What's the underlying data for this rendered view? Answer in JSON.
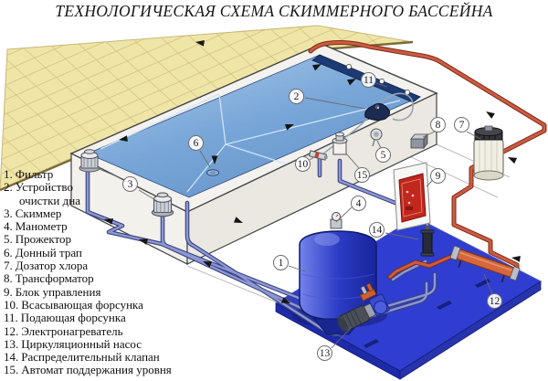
{
  "title": "ТЕХНОЛОГИЧЕСКАЯ СХЕМА СКИММЕРНОГО БАССЕЙНА",
  "legend": {
    "items": [
      {
        "num": "1.",
        "label": "Фильтр"
      },
      {
        "num": "2.",
        "label": "Устройство очистки дна"
      },
      {
        "num": "3.",
        "label": "Скиммер"
      },
      {
        "num": "4.",
        "label": "Манометр"
      },
      {
        "num": "5.",
        "label": "Прожектор"
      },
      {
        "num": "6.",
        "label": "Донный трап"
      },
      {
        "num": "7.",
        "label": "Дозатор хлора"
      },
      {
        "num": "8.",
        "label": "Трансформатор"
      },
      {
        "num": "9.",
        "label": "Блок управления"
      },
      {
        "num": "10.",
        "label": "Всасывающая форсунка"
      },
      {
        "num": "11.",
        "label": "Подающая форсунка"
      },
      {
        "num": "12.",
        "label": "Электронагреватель"
      },
      {
        "num": "13.",
        "label": "Циркуляционный насос"
      },
      {
        "num": "14.",
        "label": "Распределительный клапан"
      },
      {
        "num": "15.",
        "label": "Автомат поддержания уровня"
      }
    ]
  },
  "callouts": [
    {
      "label": "1"
    },
    {
      "label": "2"
    },
    {
      "label": "3"
    },
    {
      "label": "4"
    },
    {
      "label": "5"
    },
    {
      "label": "6"
    },
    {
      "label": "7"
    },
    {
      "label": "8"
    },
    {
      "label": "9"
    },
    {
      "label": "10"
    },
    {
      "label": "11"
    },
    {
      "label": "12"
    },
    {
      "label": "13"
    },
    {
      "label": "14"
    },
    {
      "label": "15"
    }
  ],
  "colors": {
    "water": "#6f9fd3",
    "tile": "#efe5a6",
    "supply_pipe_red": "#cb5b41",
    "suction_pipe_blue": "#8d97d4",
    "equipment_blue": "#2f3ed0",
    "control_panel_red": "#c1271d"
  }
}
